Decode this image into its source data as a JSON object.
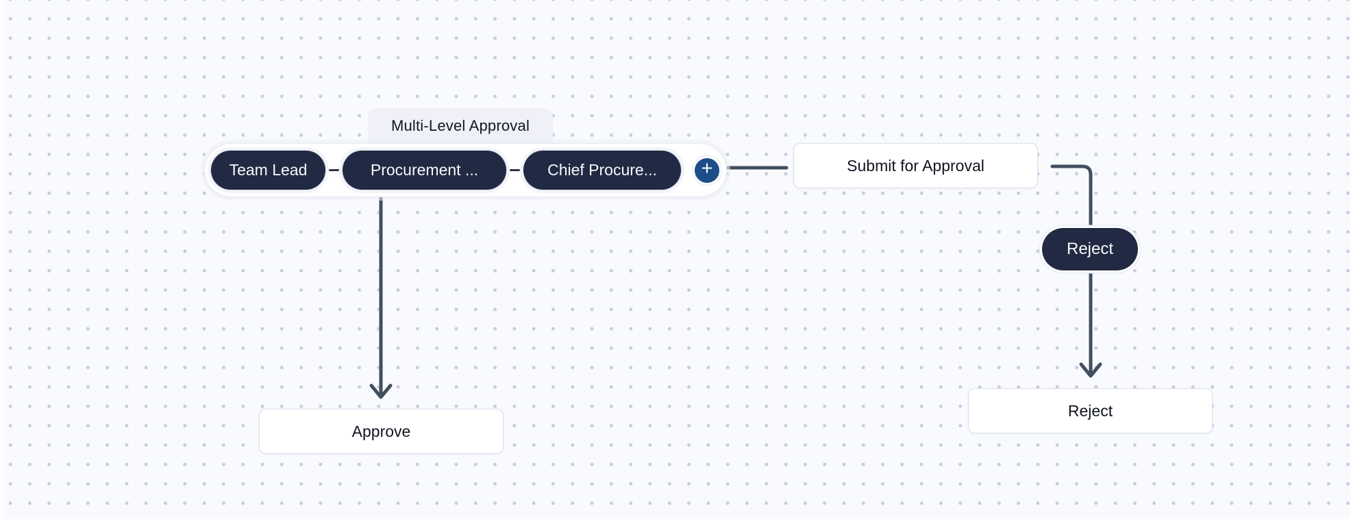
{
  "canvas": {
    "background_color": "#f9fafd",
    "dot_color": "#c8cdde"
  },
  "group": {
    "label": "Multi-Level Approval",
    "approvers": [
      {
        "label": "Team Lead"
      },
      {
        "label": "Procurement ..."
      },
      {
        "label": "Chief Procure..."
      }
    ],
    "add_glyph": "+"
  },
  "nodes": {
    "submit": {
      "label": "Submit for Approval"
    },
    "approve": {
      "label": "Approve"
    },
    "reject": {
      "label": "Reject"
    }
  },
  "edges": {
    "reject_label": "Reject",
    "color": "#41505f"
  },
  "colors": {
    "pill_navy": "#212a42",
    "add_button_blue": "#1d4e89",
    "node_border": "#d9dfec",
    "tab_background": "#f0f1f8"
  }
}
